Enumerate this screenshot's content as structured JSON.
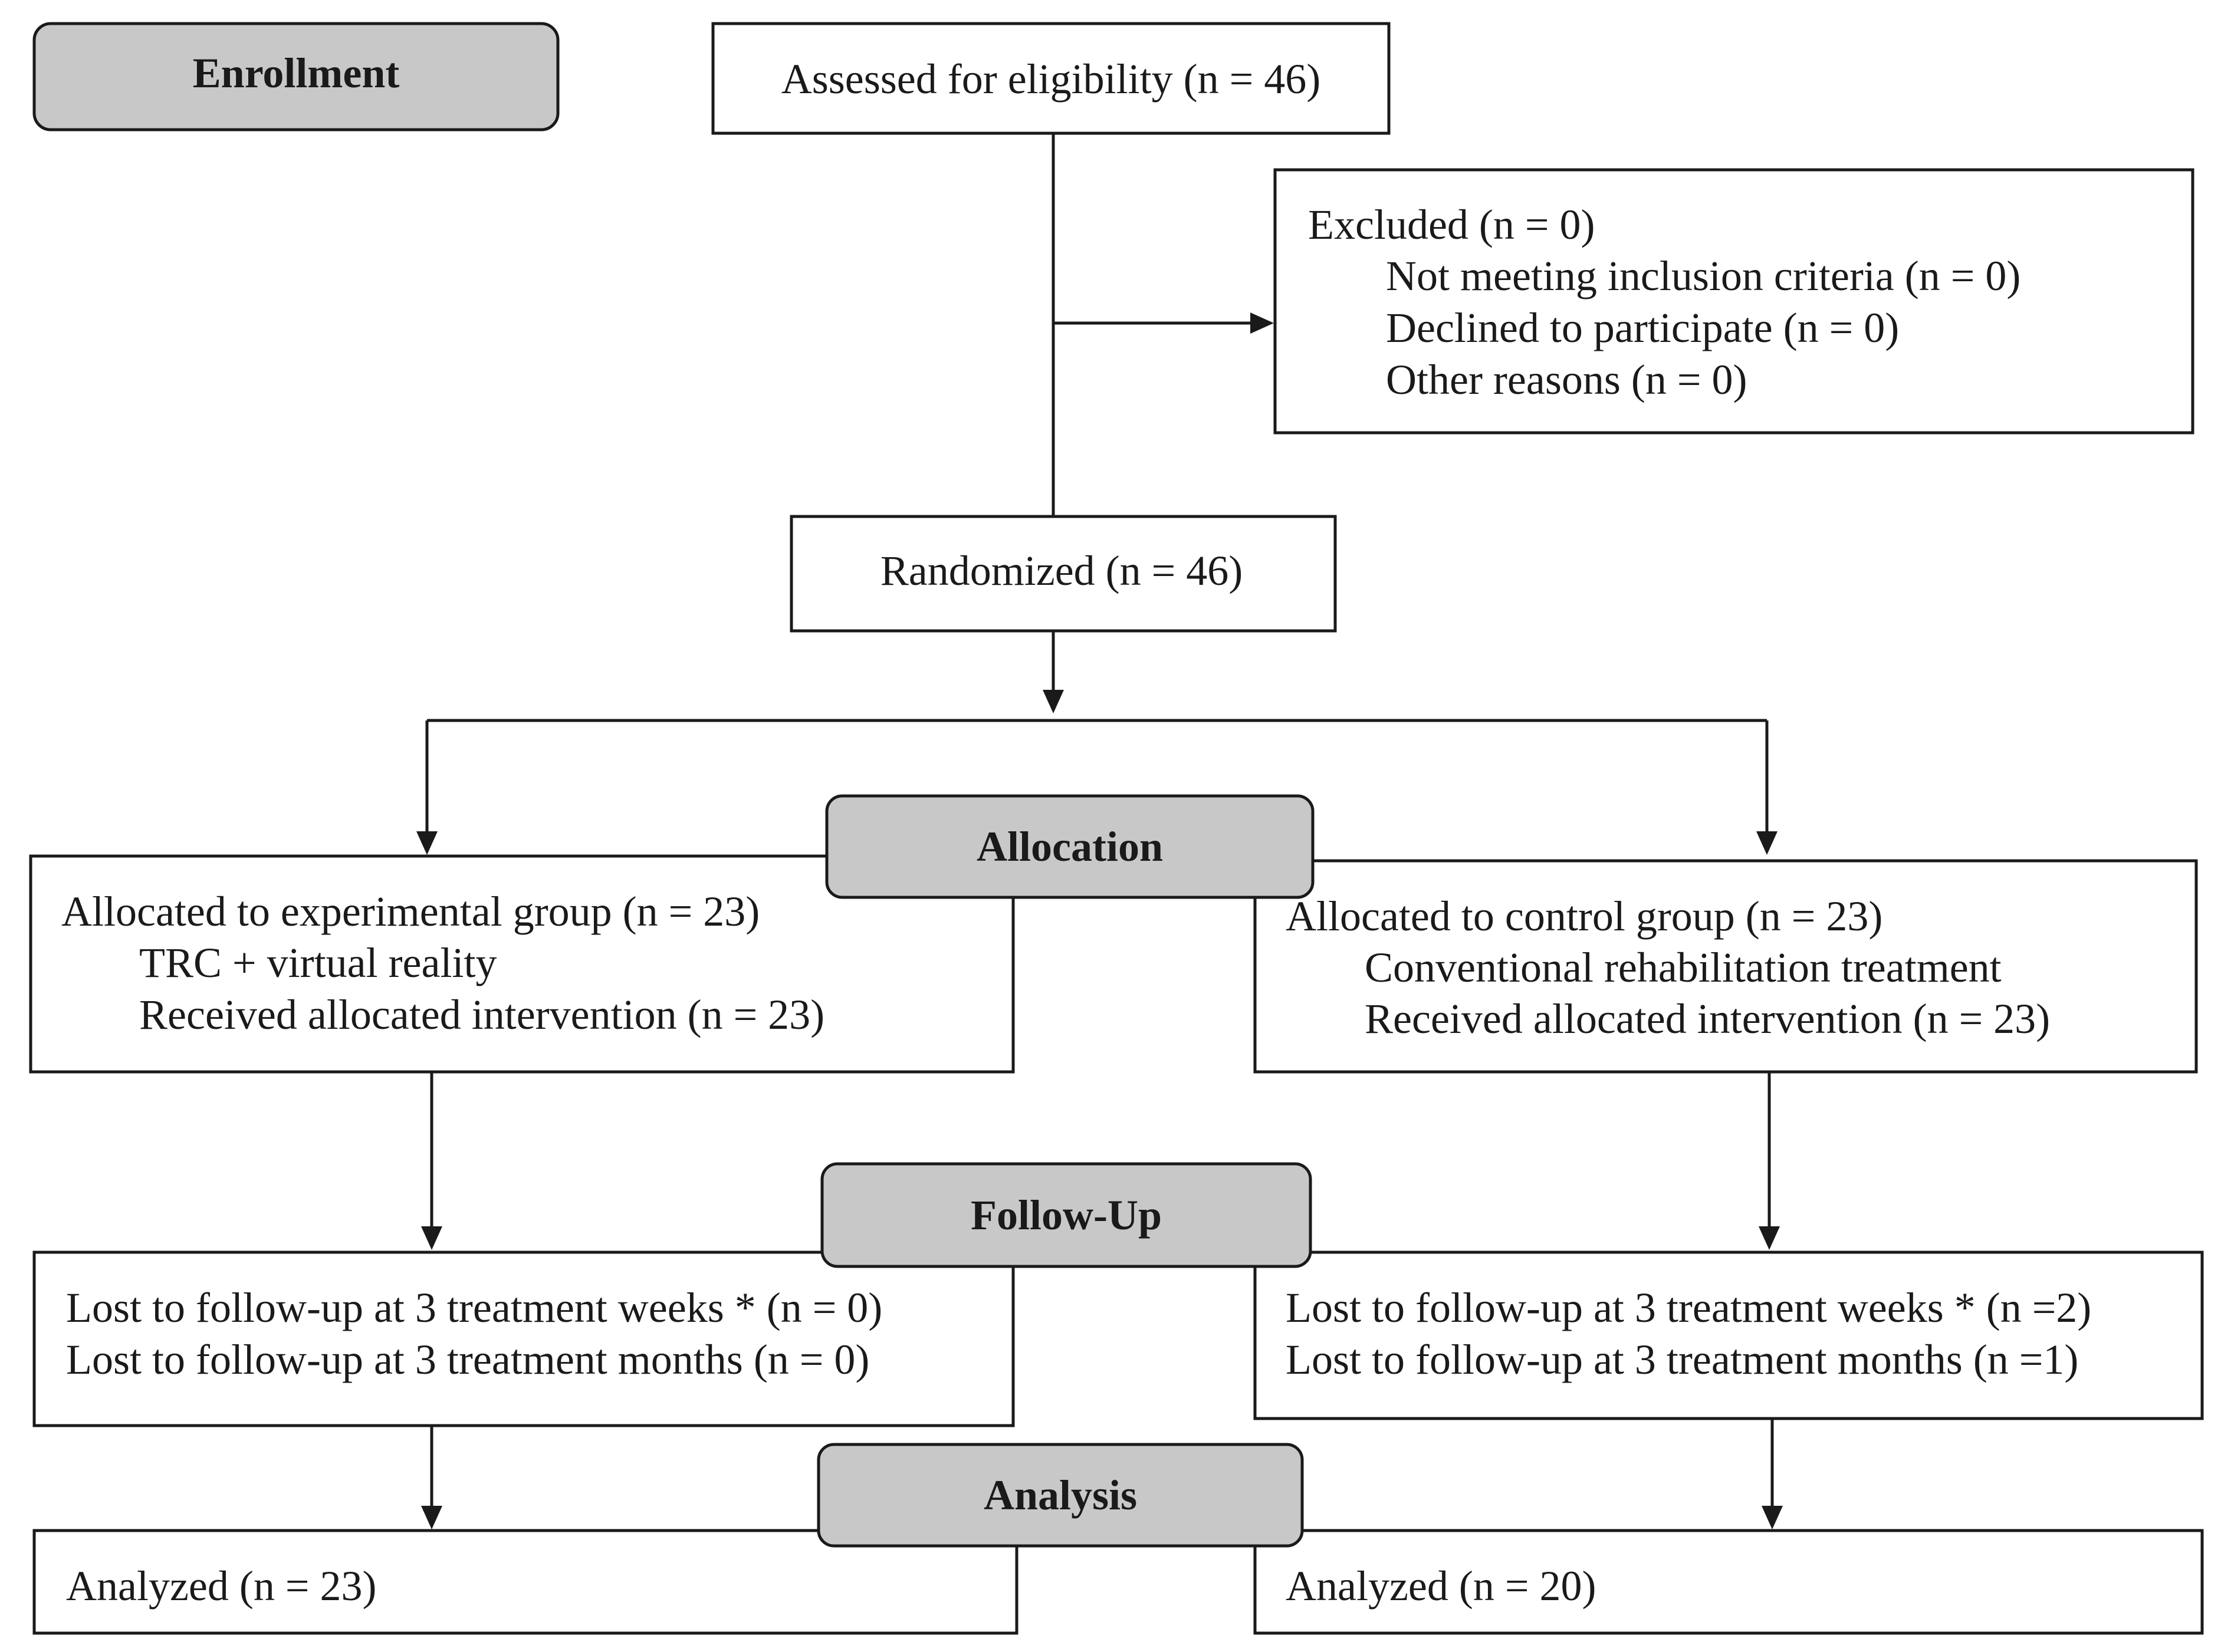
{
  "stages": {
    "enrollment": "Enrollment",
    "allocation": "Allocation",
    "follow_up": "Follow-Up",
    "analysis": "Analysis"
  },
  "assessed": "Assessed for eligibility (n = 46)",
  "excluded": {
    "title": "Excluded (n = 0)",
    "items": [
      "Not meeting inclusion criteria (n = 0)",
      "Declined to participate (n = 0)",
      "Other reasons (n = 0)"
    ]
  },
  "randomized": "Randomized (n = 46)",
  "experimental": {
    "title": "Allocated to experimental group (n = 23)",
    "items": [
      "TRC + virtual reality",
      "Received allocated intervention (n = 23)"
    ],
    "follow_up": [
      "Lost to follow-up at 3 treatment weeks * (n = 0)",
      "Lost to follow-up at 3 treatment months (n = 0)"
    ],
    "analyzed": "Analyzed (n = 23)"
  },
  "control": {
    "title": "Allocated to control group (n = 23)",
    "items": [
      "Conventional rehabilitation treatment",
      "Received allocated intervention (n = 23)"
    ],
    "follow_up": [
      "Lost to follow-up at 3 treatment weeks * (n =2)",
      "Lost to follow-up at 3 treatment months (n =1)"
    ],
    "analyzed": "Analyzed (n = 20)"
  },
  "colors": {
    "stage_fill": "#c8c8c8",
    "box_fill": "#ffffff",
    "stroke": "#1a1a1a"
  }
}
